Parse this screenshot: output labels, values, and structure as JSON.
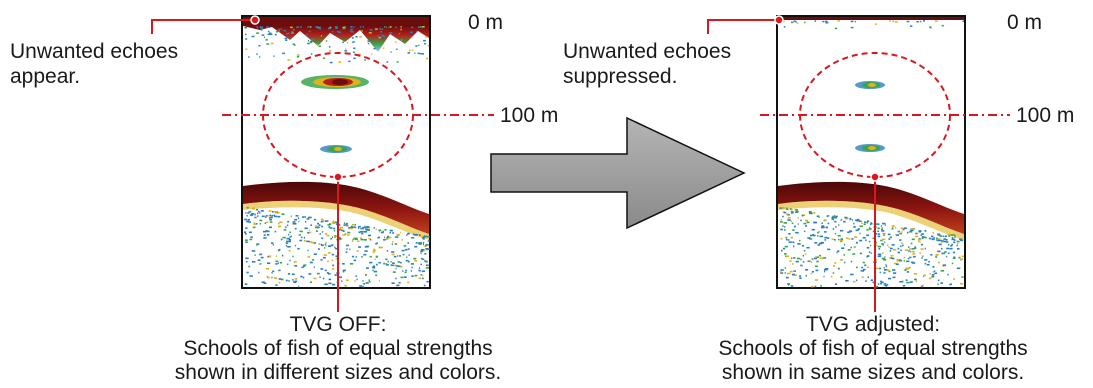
{
  "panels": [
    {
      "id": "tvg-off",
      "depth_top": "0 m",
      "depth_mid": "100 m",
      "echo_note": [
        "Unwanted echoes",
        "appear."
      ],
      "caption": [
        "TVG OFF:",
        "Schools of fish of equal strengths",
        "shown in different sizes and colors."
      ]
    },
    {
      "id": "tvg-adjusted",
      "depth_top": "0 m",
      "depth_mid": "100 m",
      "echo_note": [
        "Unwanted echoes",
        "suppressed."
      ],
      "caption": [
        "TVG adjusted:",
        "Schools of fish of equal strengths",
        "shown in same sizes and colors."
      ]
    }
  ],
  "colors": {
    "callout_red": "#d7191f",
    "arrow_fill": "#9a9a9a",
    "seabed_dark": "#6b0d0d",
    "seabed_red": "#b3201a",
    "echo_blue": "#2a7fc0",
    "echo_green": "#3aa64a",
    "echo_yellow": "#e0b21a"
  }
}
